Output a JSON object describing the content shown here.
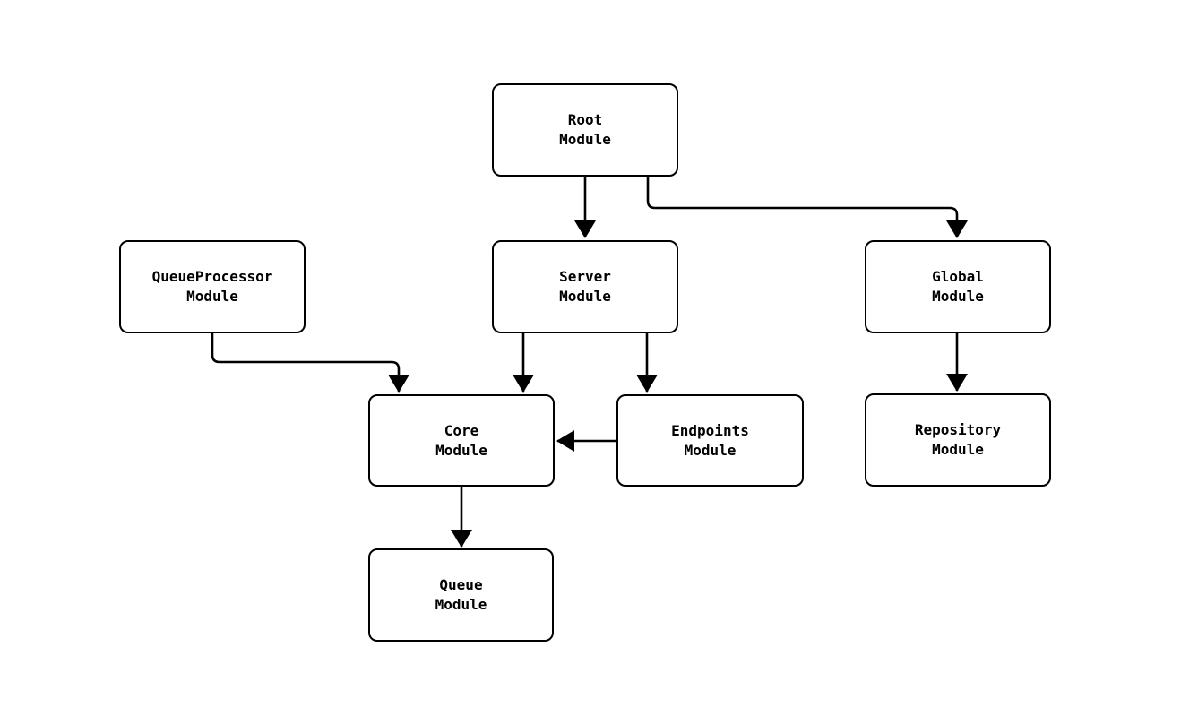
{
  "diagram": {
    "type": "flowchart",
    "colors": {
      "stroke": "#000000",
      "node_fill": "#ffffff",
      "background": "#ffffff",
      "text": "#000000"
    },
    "nodes": {
      "root": {
        "line1": "Root",
        "line2": "Module"
      },
      "queueprocessor": {
        "line1": "QueueProcessor",
        "line2": "Module"
      },
      "server": {
        "line1": "Server",
        "line2": "Module"
      },
      "global": {
        "line1": "Global",
        "line2": "Module"
      },
      "core": {
        "line1": "Core",
        "line2": "Module"
      },
      "endpoints": {
        "line1": "Endpoints",
        "line2": "Module"
      },
      "repository": {
        "line1": "Repository",
        "line2": "Module"
      },
      "queue": {
        "line1": "Queue",
        "line2": "Module"
      }
    },
    "edges": [
      {
        "from": "Root Module",
        "to": "Server Module"
      },
      {
        "from": "Root Module",
        "to": "Global Module"
      },
      {
        "from": "QueueProcessor Module",
        "to": "Core Module"
      },
      {
        "from": "Server Module",
        "to": "Core Module"
      },
      {
        "from": "Server Module",
        "to": "Endpoints Module"
      },
      {
        "from": "Endpoints Module",
        "to": "Core Module"
      },
      {
        "from": "Global Module",
        "to": "Repository Module"
      },
      {
        "from": "Core Module",
        "to": "Queue Module"
      }
    ]
  }
}
